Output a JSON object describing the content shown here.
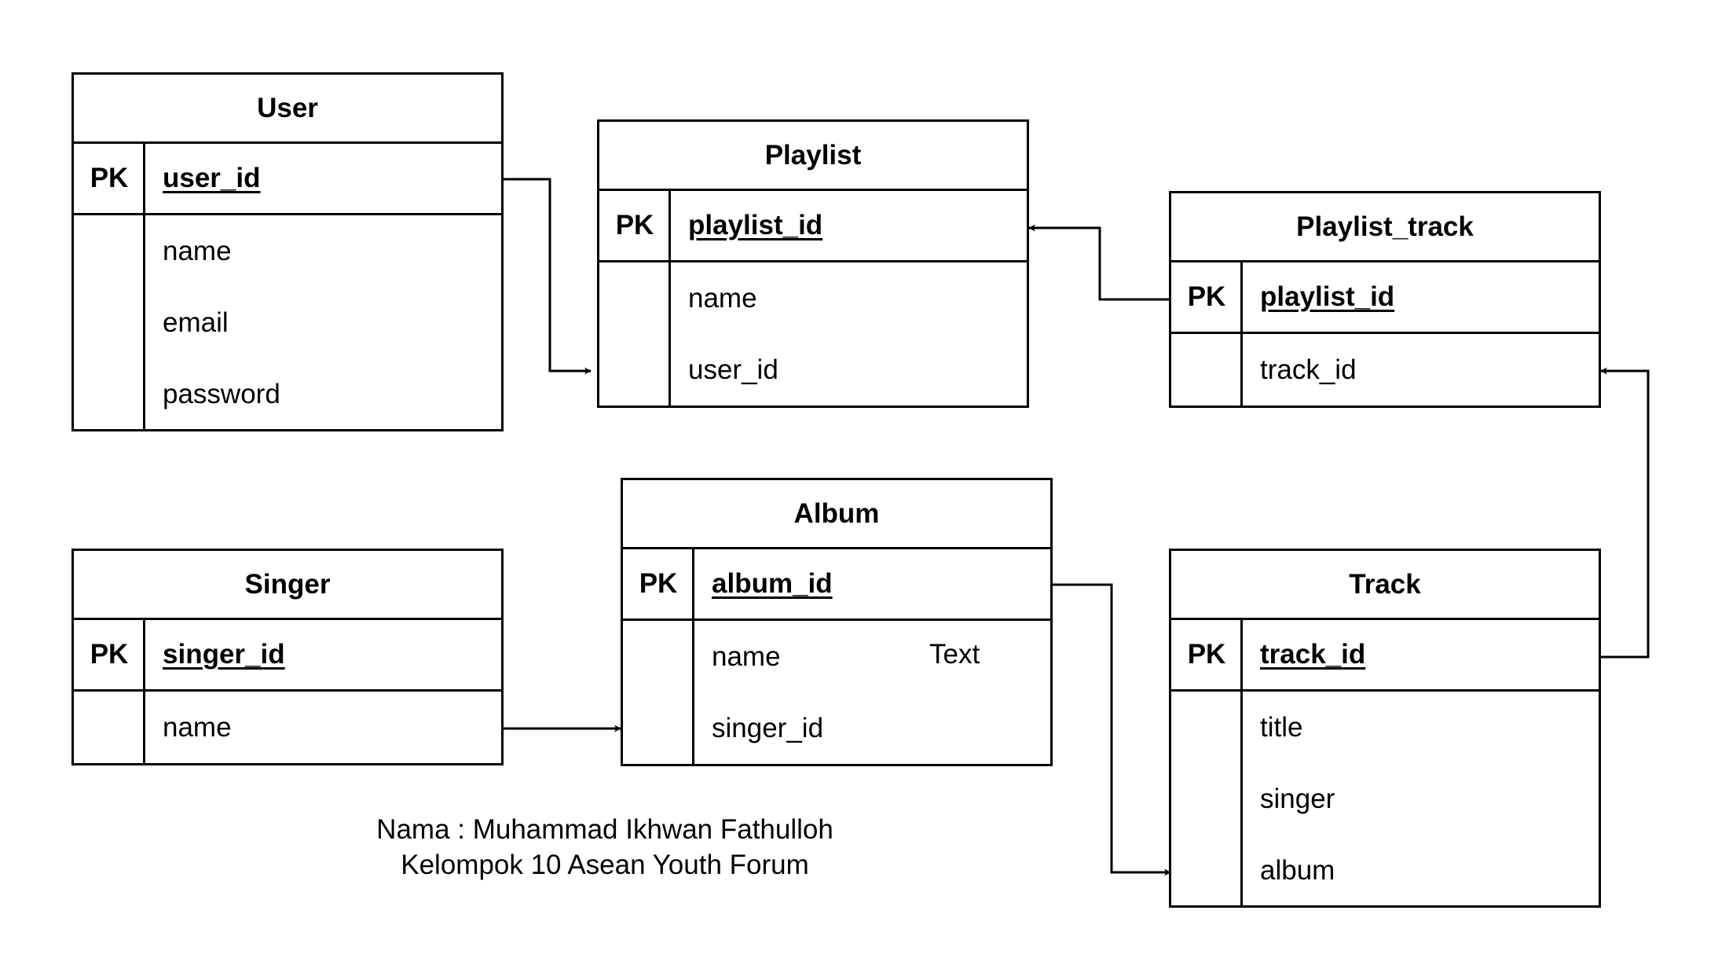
{
  "diagram": {
    "entities": {
      "user": {
        "title": "User",
        "pk_label": "PK",
        "pk_field": "user_id",
        "attributes": [
          "name",
          "email",
          "password"
        ]
      },
      "playlist": {
        "title": "Playlist",
        "pk_label": "PK",
        "pk_field": "playlist_id",
        "attributes": [
          "name",
          "user_id"
        ]
      },
      "playlist_track": {
        "title": "Playlist_track",
        "pk_label": "PK",
        "pk_field": "playlist_id",
        "attributes": [
          "track_id"
        ]
      },
      "singer": {
        "title": "Singer",
        "pk_label": "PK",
        "pk_field": "singer_id",
        "attributes": [
          "name"
        ]
      },
      "album": {
        "title": "Album",
        "pk_label": "PK",
        "pk_field": "album_id",
        "attributes": [
          "name",
          "singer_id"
        ],
        "extra_text": "Text"
      },
      "track": {
        "title": "Track",
        "pk_label": "PK",
        "pk_field": "track_id",
        "attributes": [
          "title",
          "singer",
          "album"
        ]
      }
    },
    "relationships": [
      {
        "from": "user.user_id",
        "to": "playlist.user_id"
      },
      {
        "from": "playlist_track.playlist_id",
        "to": "playlist.playlist_id"
      },
      {
        "from": "track.track_id",
        "to": "playlist_track.track_id"
      },
      {
        "from": "singer.name",
        "to": "album.singer_id"
      },
      {
        "from": "album.album_id",
        "to": "track.album"
      }
    ],
    "caption": {
      "line1": "Nama : Muhammad Ikhwan Fathulloh",
      "line2": "Kelompok 10 Asean Youth Forum"
    },
    "colors": {
      "stroke": "#000000",
      "background": "#ffffff"
    }
  }
}
